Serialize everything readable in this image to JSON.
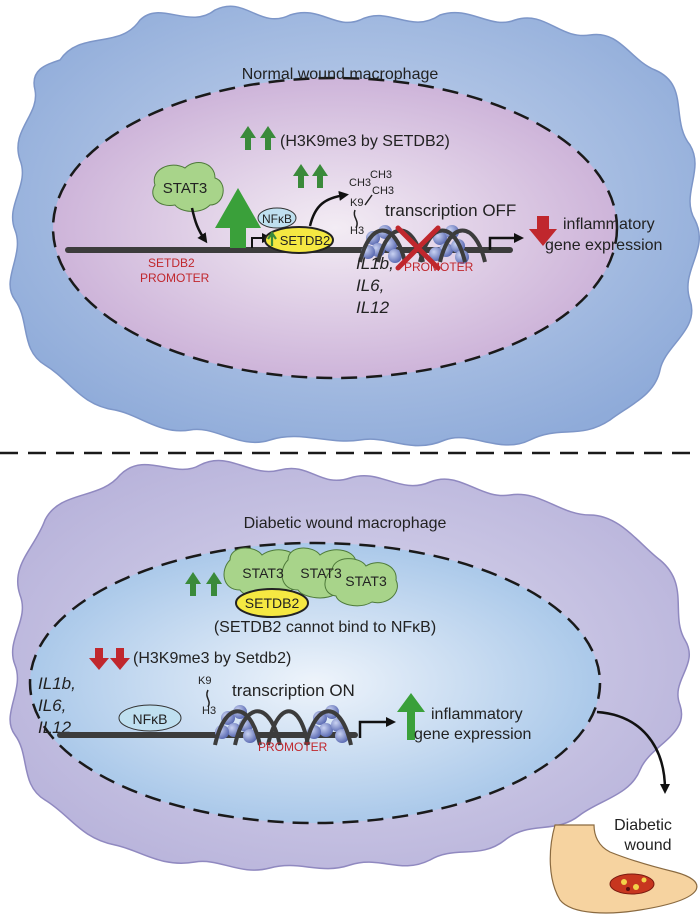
{
  "top_panel": {
    "title": "Normal wound macrophage",
    "h3k9me3_note": "(H3K9me3 by SETDB2)",
    "stat3": "STAT3",
    "nfkb": "NFκB",
    "setdb2": "SETDB2",
    "ch3_a": "CH3",
    "ch3_b": "CH3",
    "ch3_c": "CH3",
    "k9": "K9",
    "h3": "H3",
    "transcription": "transcription OFF",
    "outcome_line1": "inflammatory",
    "outcome_line2": "gene expression",
    "setdb2_promoter_line1": "SETDB2",
    "setdb2_promoter_line2": "PROMOTER",
    "gene_promoter": "PROMOTER",
    "genes": [
      "IL1b,",
      "IL6,",
      "IL12"
    ]
  },
  "bottom_panel": {
    "title": "Diabetic wound macrophage",
    "stat3_labels": [
      "STAT3",
      "STAT3",
      "STAT3"
    ],
    "setdb2": "SETDB2",
    "binding_note": "(SETDB2 cannot bind to NFκB)",
    "h3k9me3_note": "(H3K9me3 by Setdb2)",
    "genes": [
      "IL1b,",
      "IL6,",
      "IL12"
    ],
    "nfkb": "NFκB",
    "k9": "K9",
    "h3": "H3",
    "transcription": "transcription ON",
    "promoter": "PROMOTER",
    "outcome_line1": "inflammatory",
    "outcome_line2": "gene expression",
    "wound_line1": "Diabetic",
    "wound_line2": "wound"
  },
  "colors": {
    "top_cell": "#a9c1e4",
    "top_nucleus": "#d9c6e3",
    "bottom_cell": "#c6c3e0",
    "bottom_nucleus": "#c3d9f0",
    "green_arrow": "#3a8a3a",
    "red_arrow": "#c0272d",
    "stat3": "#a8d48a",
    "setdb2": "#f5e842",
    "nfkb": "#bfe0f0",
    "nucleosome": "#7d8cc8",
    "dna": "#3c3c3c"
  }
}
